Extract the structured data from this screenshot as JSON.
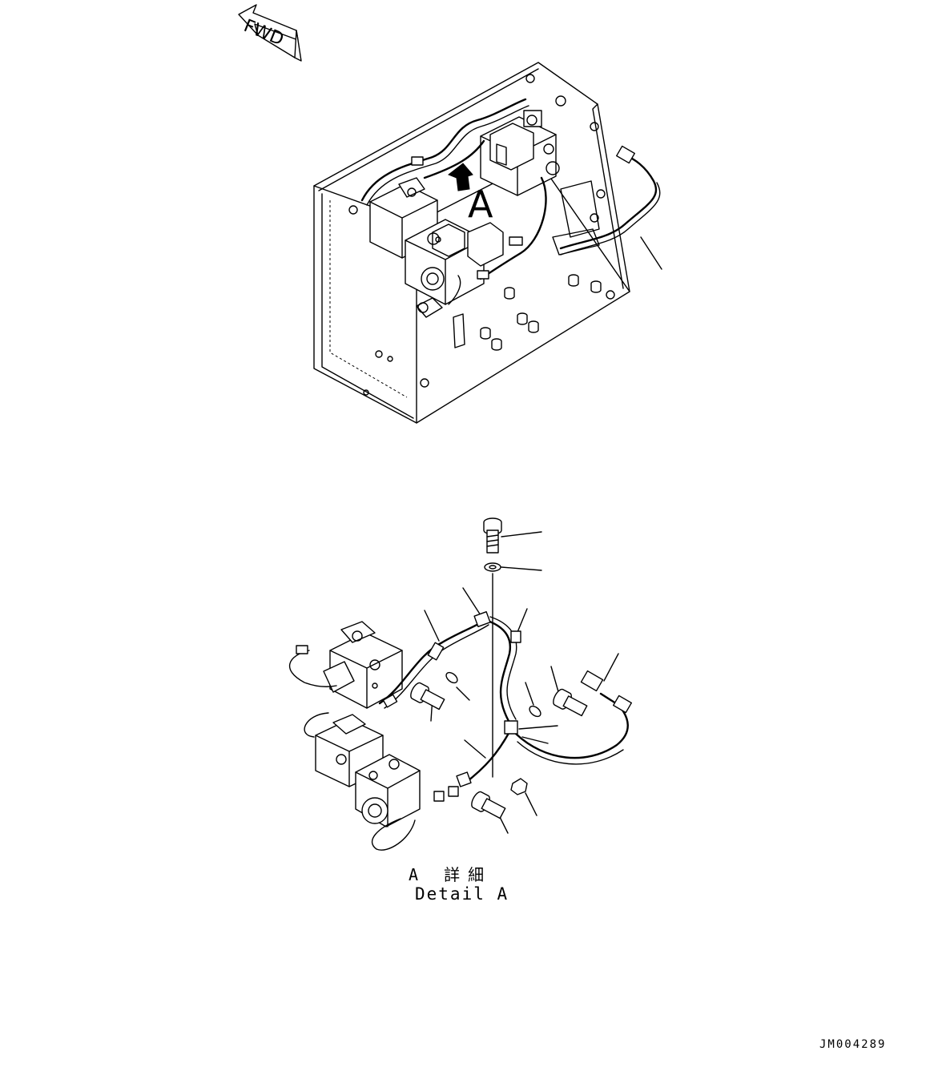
{
  "orientation": {
    "fwd_label": "FWD",
    "icon": "fwd-arrow-icon"
  },
  "view_marker": {
    "label": "A"
  },
  "detail": {
    "title_jp": "A 詳細",
    "title_en": "Detail A"
  },
  "drawing_number": "JM004289"
}
